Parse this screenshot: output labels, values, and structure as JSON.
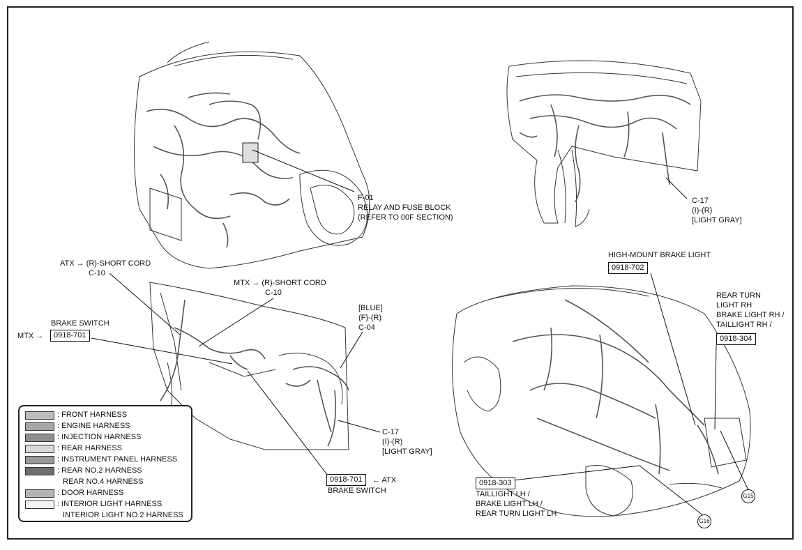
{
  "labels": {
    "f01_code": "F-01",
    "f01_name": "RELAY AND FUSE BLOCK",
    "f01_ref": "(REFER TO 00F SECTION)",
    "c17_top_code": "C-17",
    "c17_top_type": "(I)-(R)",
    "c17_top_color": "[LIGHT GRAY]",
    "atx_short_cord": "ATX → (R)-SHORT CORD",
    "atx_short_cord_code": "C-10",
    "mtx_short_cord": "MTX → (R)-SHORT CORD",
    "mtx_short_cord_code": "C-10",
    "brake_switch_top": "BRAKE SWITCH",
    "mtx_prefix": "MTX →",
    "brake_switch_top_code": "0918-701",
    "c04_color": "[BLUE]",
    "c04_type": "(F)-(R)",
    "c04_code": "C-04",
    "c17_mid_code": "C-17",
    "c17_mid_type": "(I)-(R)",
    "c17_mid_color": "[LIGHT GRAY]",
    "brake_switch_bottom_code": "0918-701",
    "atx_suffix": "← ATX",
    "brake_switch_bottom": "BRAKE SWITCH",
    "hmbl_name": "HIGH-MOUNT BRAKE LIGHT",
    "hmbl_code": "0918-702",
    "rear_rh_1": "REAR TURN",
    "rear_rh_2": "LIGHT RH",
    "rear_rh_3": "BRAKE LIGHT RH /",
    "rear_rh_4": "TAILLIGHT RH /",
    "rear_rh_code": "0918-304",
    "rear_lh_code": "0918-303",
    "rear_lh_1": "TAILLIGHT LH /",
    "rear_lh_2": "BRAKE LIGHT LH /",
    "rear_lh_3": "REAR TURN LIGHT LH",
    "ground_15": "G15",
    "ground_16": "G16"
  },
  "legend": [
    {
      "label": ": FRONT HARNESS",
      "color": "#bdbdbd"
    },
    {
      "label": ": ENGINE HARNESS",
      "color": "#a6a6a6"
    },
    {
      "label": ": INJECTION HARNESS",
      "color": "#8f8f8f"
    },
    {
      "label": ": REAR HARNESS",
      "color": "#d9d9d9"
    },
    {
      "label": ": INSTRUMENT PANEL HARNESS",
      "color": "#9a9a9a"
    },
    {
      "label": ": REAR NO.2 HARNESS",
      "color": "#6e6e6e",
      "sub": "REAR NO.4 HARNESS"
    },
    {
      "label": ": DOOR HARNESS",
      "color": "#b3b3b3"
    },
    {
      "label": ": INTERIOR LIGHT HARNESS",
      "color": "#f2f2f2",
      "sub": "INTERIOR LIGHT NO.2 HARNESS"
    }
  ]
}
